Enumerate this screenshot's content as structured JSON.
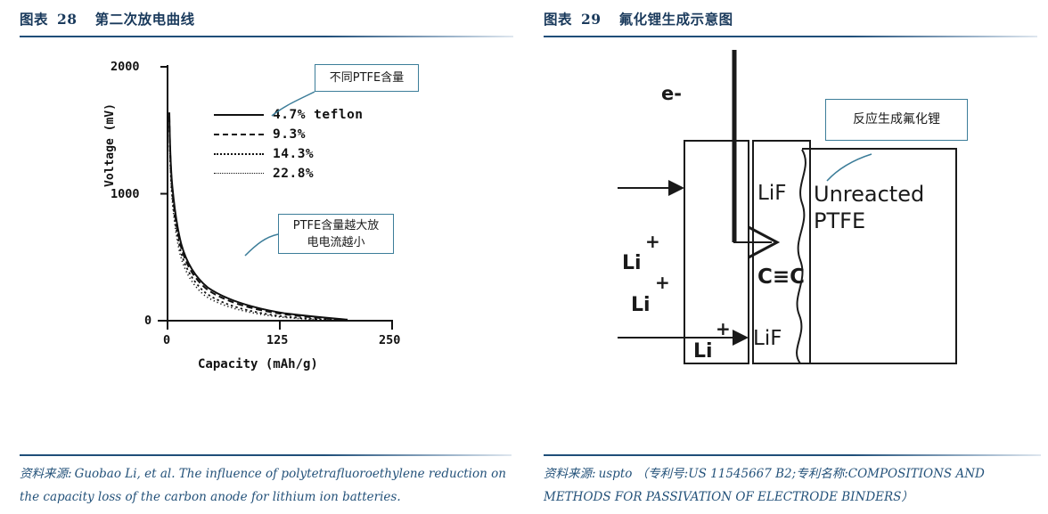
{
  "left": {
    "header": {
      "label": "图表",
      "number": "28",
      "title": "第二次放电曲线"
    },
    "source": {
      "lead": "资料来源:",
      "text": "Guobao Li, et al. The influence of polytetrafluoroethylene reduction on the capacity loss of the carbon anode for lithium ion batteries."
    },
    "callouts": {
      "ptfe_content": "不同PTFE含量",
      "ptfe_current": "PTFE含量越大放\n电电流越小"
    }
  },
  "right": {
    "header": {
      "label": "图表",
      "number": "29",
      "title": "氟化锂生成示意图"
    },
    "source": {
      "lead": "资料来源:",
      "text": "uspto （专利号:US 11545667 B2;专利名称:COMPOSITIONS AND METHODS FOR PASSIVATION OF ELECTRODE BINDERS）"
    },
    "callouts": {
      "lif_formation": "反应生成氟化锂"
    },
    "diagram_labels": {
      "electron": "e-",
      "li_ion_1": "Li",
      "li_ion_2": "Li",
      "li_ion_3": "Li",
      "plus": "+",
      "lif_top": "LiF",
      "lif_bottom": "LiF",
      "carbon_triple_bond": "C≡C",
      "unreacted_line1": "Unreacted",
      "unreacted_line2": "PTFE"
    }
  },
  "chart_data": {
    "type": "line",
    "title": "第二次放电曲线",
    "xlabel": "Capacity (mAh/g)",
    "ylabel": "Voltage (mV)",
    "xlim": [
      0,
      250
    ],
    "ylim": [
      0,
      2000
    ],
    "xticks": [
      0,
      125,
      250
    ],
    "xtick_labels": [
      "0",
      "125",
      "250"
    ],
    "yticks": [
      0,
      1000,
      2000
    ],
    "ytick_labels": [
      "0",
      "1000",
      "2000"
    ],
    "grid": false,
    "legend_position": "upper-center",
    "series": [
      {
        "name": "4.7% teflon",
        "style": "solid",
        "x": [
          2,
          4,
          6,
          9,
          13,
          18,
          25,
          34,
          45,
          58,
          74,
          92,
          112,
          134,
          156,
          176,
          192,
          200
        ],
        "y": [
          1640,
          1180,
          880,
          660,
          510,
          410,
          330,
          265,
          215,
          175,
          140,
          112,
          88,
          68,
          48,
          30,
          14,
          4
        ]
      },
      {
        "name": "9.3%",
        "style": "dashed",
        "x": [
          2,
          4,
          6,
          9,
          13,
          18,
          25,
          34,
          45,
          58,
          74,
          92,
          112,
          134,
          156,
          176,
          192,
          200
        ],
        "y": [
          1610,
          1160,
          865,
          650,
          505,
          405,
          328,
          264,
          216,
          178,
          144,
          117,
          93,
          72,
          52,
          33,
          16,
          5
        ]
      },
      {
        "name": "14.3%",
        "style": "dotted",
        "x": [
          2,
          4,
          6,
          9,
          13,
          18,
          25,
          34,
          45,
          58,
          74,
          92,
          112,
          134,
          156,
          176,
          190,
          198
        ],
        "y": [
          1580,
          1135,
          845,
          632,
          490,
          392,
          316,
          252,
          204,
          166,
          132,
          105,
          82,
          62,
          43,
          26,
          12,
          3
        ]
      },
      {
        "name": "22.8%",
        "style": "fine-dotted",
        "x": [
          2,
          4,
          6,
          9,
          13,
          18,
          25,
          34,
          45,
          58,
          74,
          92,
          112,
          134,
          156,
          174,
          188,
          196
        ],
        "y": [
          1555,
          1115,
          828,
          618,
          478,
          381,
          306,
          243,
          196,
          158,
          125,
          99,
          77,
          57,
          39,
          22,
          9,
          2
        ]
      }
    ],
    "annotations": [
      {
        "text": "不同PTFE含量",
        "target": "legend"
      },
      {
        "text": "PTFE含量越大放电电流越小",
        "target": "curve-mid"
      }
    ]
  }
}
